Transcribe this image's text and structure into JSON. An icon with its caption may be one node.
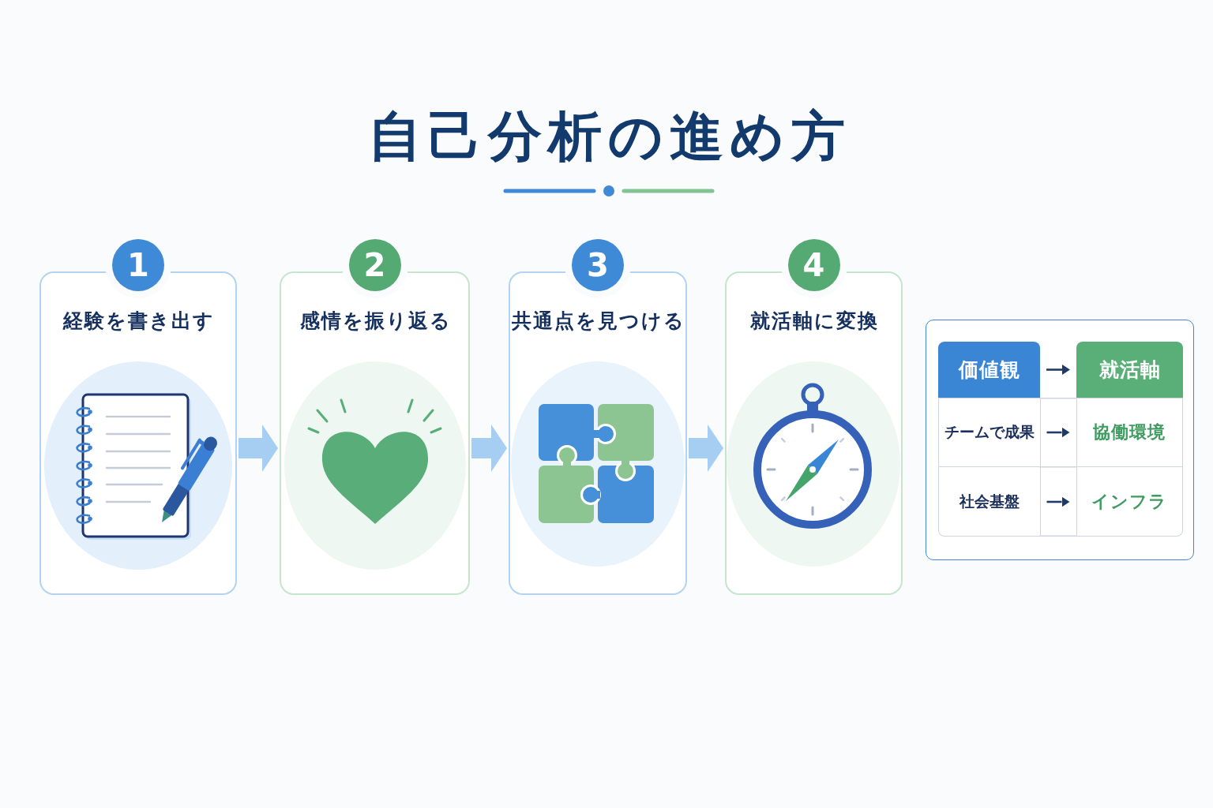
{
  "diagram": {
    "title": "自己分析の進め方",
    "nodes": [
      {
        "text": [
          "1",
          "経験を書き出す"
        ]
      },
      {
        "text": [
          "2",
          "感情を振り返る"
        ]
      },
      {
        "text": [
          "3",
          "共通点を見つける"
        ]
      },
      {
        "text": [
          "4",
          "就活軸に変換"
        ]
      },
      {
        "text": [],
        "shape": "box"
      },
      {
        "text": [
          "価値観"
        ],
        "in": 4
      },
      {
        "text": [
          "就活軸"
        ],
        "in": 4
      },
      {
        "text": [
          "チームで成果"
        ],
        "in": 4
      },
      {
        "text": [
          "協働環境"
        ],
        "in": 4
      },
      {
        "text": [
          "社会基盤"
        ],
        "in": 4
      },
      {
        "text": [
          "インフラ"
        ],
        "in": 4
      }
    ],
    "edges": [
      {
        "from": 0,
        "to": 1,
        "arrow": "to",
        "style": "thick",
        "color": "#a6cdf2"
      },
      {
        "from": 1,
        "to": 2,
        "arrow": "to",
        "style": "thick",
        "color": "#a6cdf2"
      },
      {
        "from": 2,
        "to": 3,
        "arrow": "to",
        "style": "thick",
        "color": "#a6cdf2"
      },
      {
        "from": 5,
        "to": 6,
        "arrow": "to",
        "color": "#1f3a66"
      },
      {
        "from": 7,
        "to": 8,
        "arrow": "to",
        "color": "#1f3a66"
      },
      {
        "from": 9,
        "to": 10,
        "arrow": "to",
        "color": "#1f3a66"
      }
    ]
  }
}
